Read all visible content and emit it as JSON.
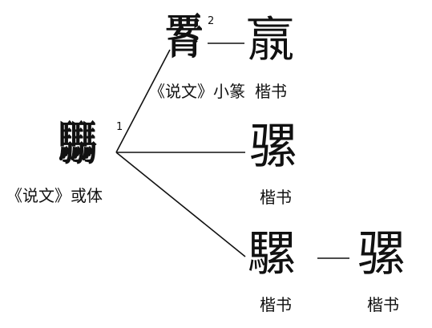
{
  "variant_form": {
    "glyph": "𩧢",
    "superscript": "1",
    "label": "《说文》或体"
  },
  "seal_form": {
    "glyph": "𦝫",
    "superscript": "2",
    "label": "《说文》小篆"
  },
  "regular_forms": {
    "top": {
      "glyph": "𣎆",
      "label": "楷书"
    },
    "middle": {
      "glyph": "骡",
      "label": "楷书"
    },
    "bottom_left": {
      "glyph": "騾",
      "label": "楷书"
    },
    "bottom_right": {
      "glyph": "骡",
      "label": "楷书"
    }
  }
}
